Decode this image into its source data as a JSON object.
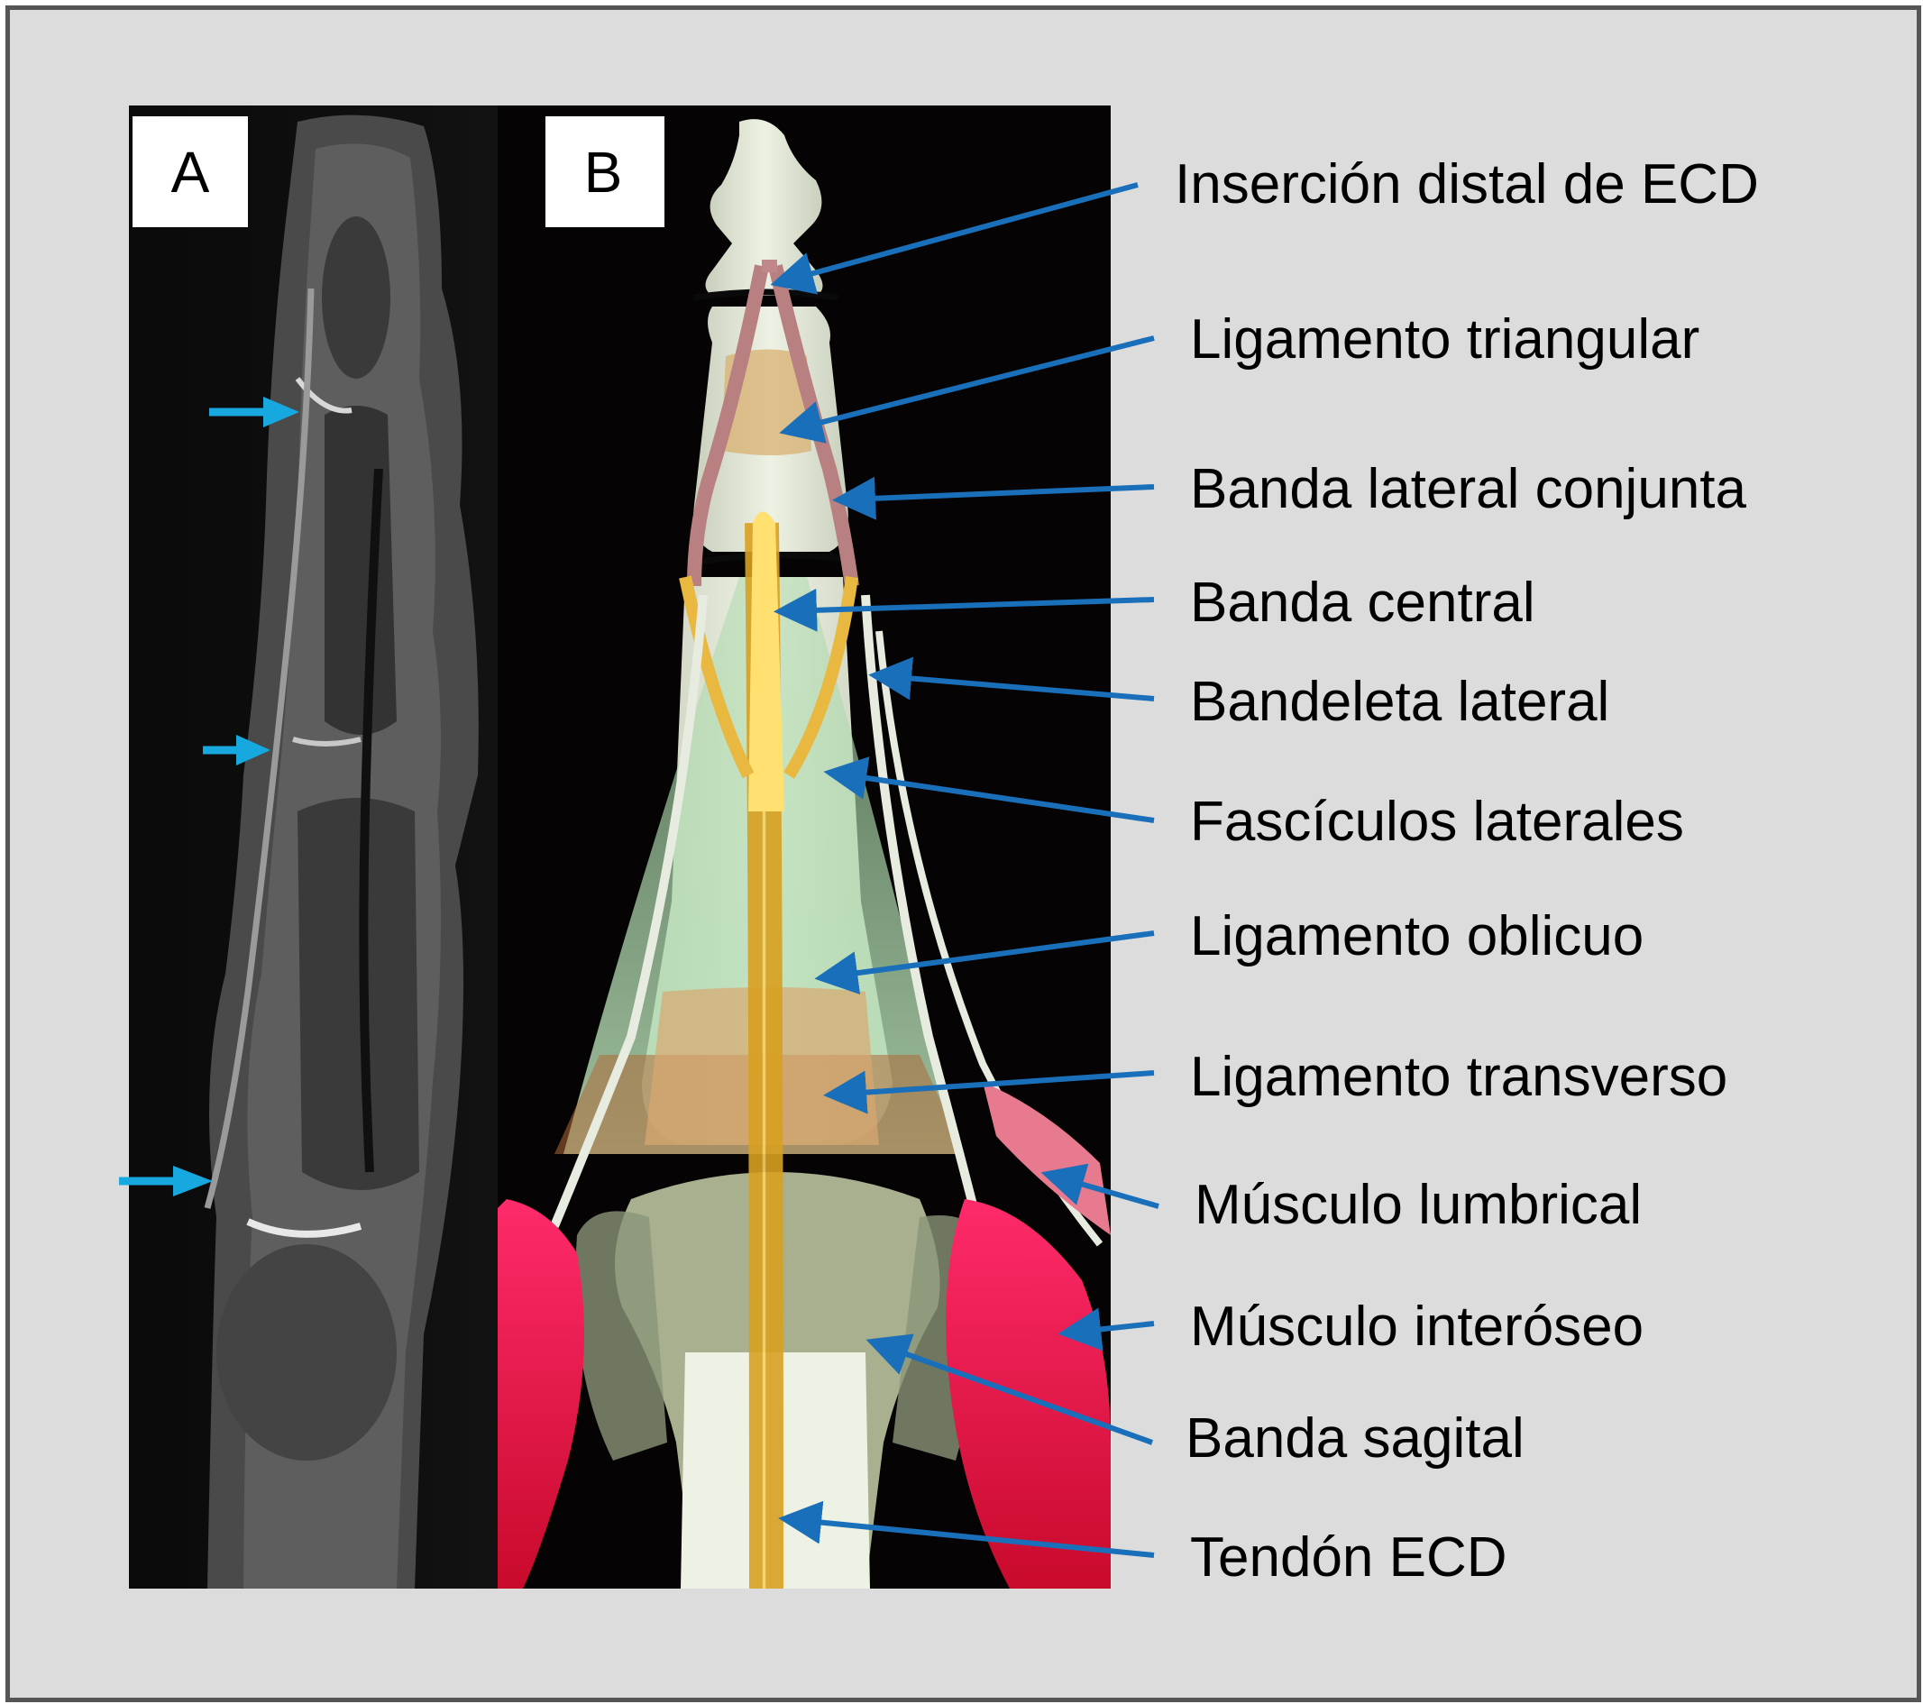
{
  "panels": {
    "a": {
      "letter": "A"
    },
    "b": {
      "letter": "B"
    }
  },
  "labels": [
    "Inserción distal de ECD",
    "Ligamento triangular",
    "Banda lateral conjunta",
    "Banda central",
    "Bandeleta lateral",
    "Fascículos laterales",
    "Ligamento oblicuo",
    "Ligamento transverso",
    "Músculo lumbrical",
    "Músculo interóseo",
    "Banda sagital",
    "Tendón ECD"
  ],
  "colors": {
    "frame_bg": "#dcdcdc",
    "frame_border": "#555555",
    "pointer_arrow": "#1a6fba",
    "mri_arrow": "#18a8e0",
    "muscle_red": "#e0143c"
  }
}
